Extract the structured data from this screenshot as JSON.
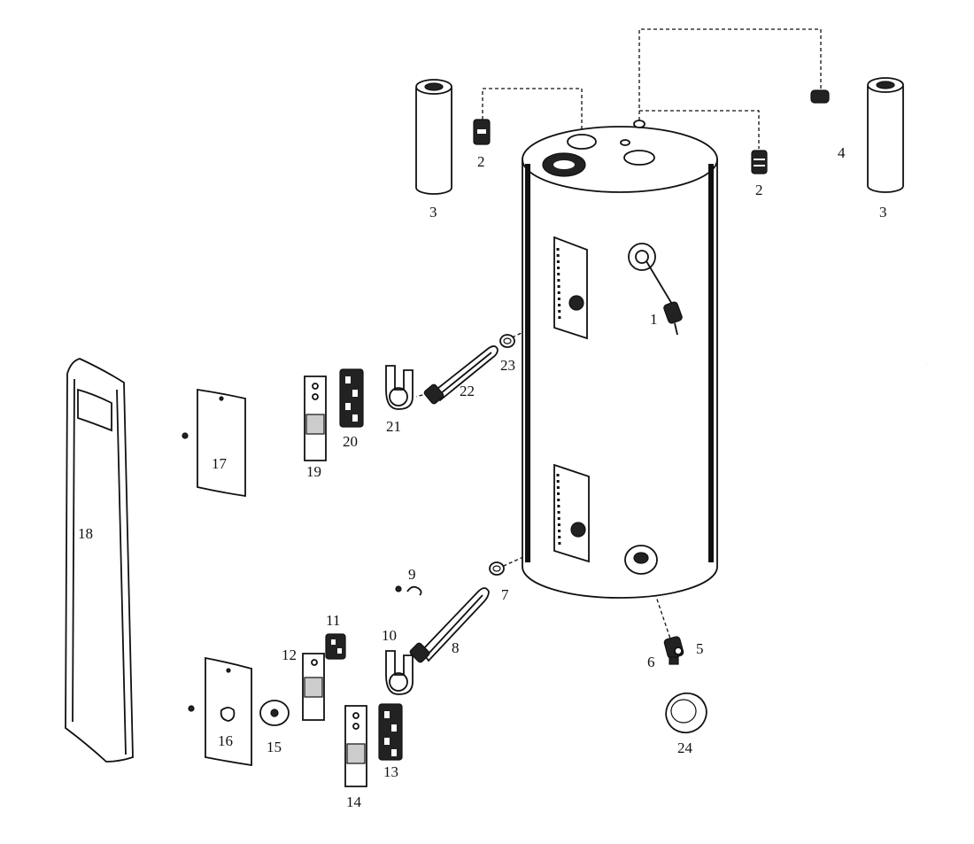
{
  "labels": {
    "p1": "1",
    "p2a": "2",
    "p2b": "2",
    "p3a": "3",
    "p3b": "3",
    "p4": "4",
    "p5": "5",
    "p6": "6",
    "p7": "7",
    "p8": "8",
    "p9": "9",
    "p10": "10",
    "p11": "11",
    "p12": "12",
    "p13": "13",
    "p14": "14",
    "p15": "15",
    "p16": "16",
    "p17": "17",
    "p18": "18",
    "p19": "19",
    "p20": "20",
    "p21": "21",
    "p22": "22",
    "p23": "23",
    "p24": "24"
  }
}
